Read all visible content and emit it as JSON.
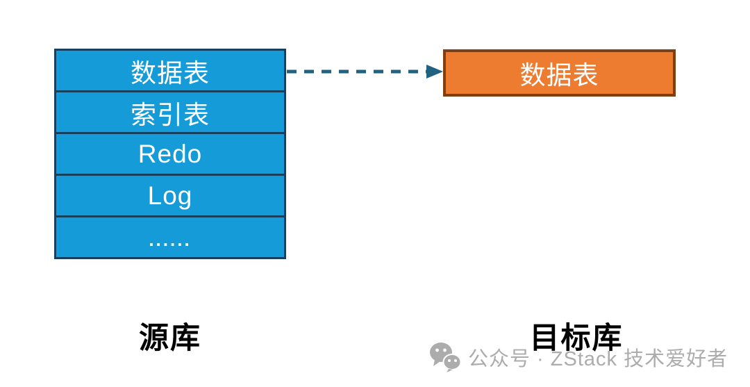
{
  "diagram": {
    "source_stack": {
      "rows": [
        {
          "label": "数据表"
        },
        {
          "label": "索引表"
        },
        {
          "label": "Redo"
        },
        {
          "label": "Log"
        },
        {
          "label": "......"
        }
      ],
      "caption": "源库"
    },
    "target": {
      "box_label": "数据表",
      "caption": "目标库"
    },
    "arrow": {
      "style": "dashed",
      "direction": "left-to-right"
    }
  },
  "watermark": {
    "icon": "wechat-icon",
    "text": "公众号 · ZStack 技术爱好者"
  },
  "colors": {
    "page_bg": "#FFFFFF",
    "blue_fill": "#149BD8",
    "blue_border": "#16405F",
    "orange_fill": "#ED7C30",
    "orange_border": "#7E4012",
    "arrow": "#20627F",
    "cell_text": "#FFFFFF",
    "label_text": "#000000",
    "watermark": "#ACACAC"
  }
}
